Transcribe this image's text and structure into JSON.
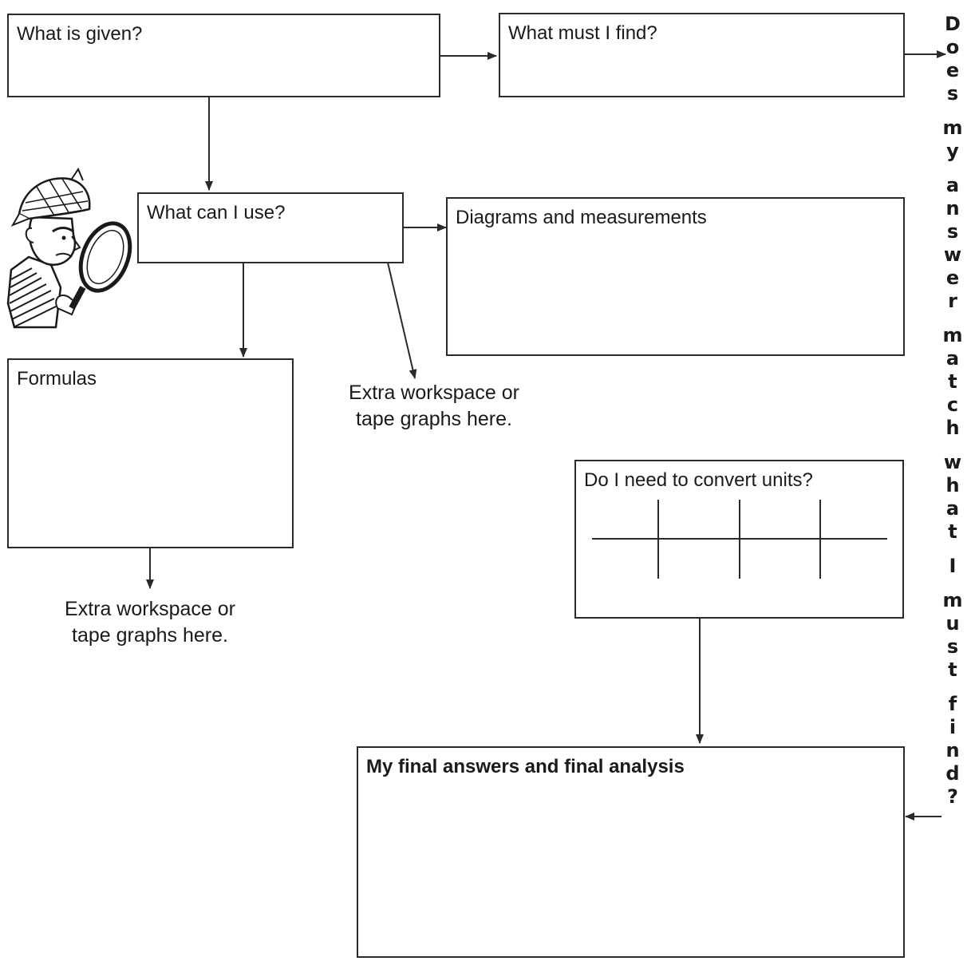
{
  "boxes": {
    "given": "What is given?",
    "find": "What must I find?",
    "use": "What can I use?",
    "diagrams": "Diagrams and measurements",
    "formulas": "Formulas",
    "convert": "Do I need to convert units?",
    "final": "My final answers and final analysis"
  },
  "notes": {
    "workspace_right": [
      "Extra workspace or",
      "tape graphs here."
    ],
    "workspace_left": [
      "Extra workspace or",
      "tape graphs here."
    ]
  },
  "side_text": "Does my answer match what I must find?",
  "icons": {
    "detective": "detective-with-magnifying-glass-icon"
  },
  "colors": {
    "line": "#2a2a2a",
    "text": "#1a1a1a"
  }
}
